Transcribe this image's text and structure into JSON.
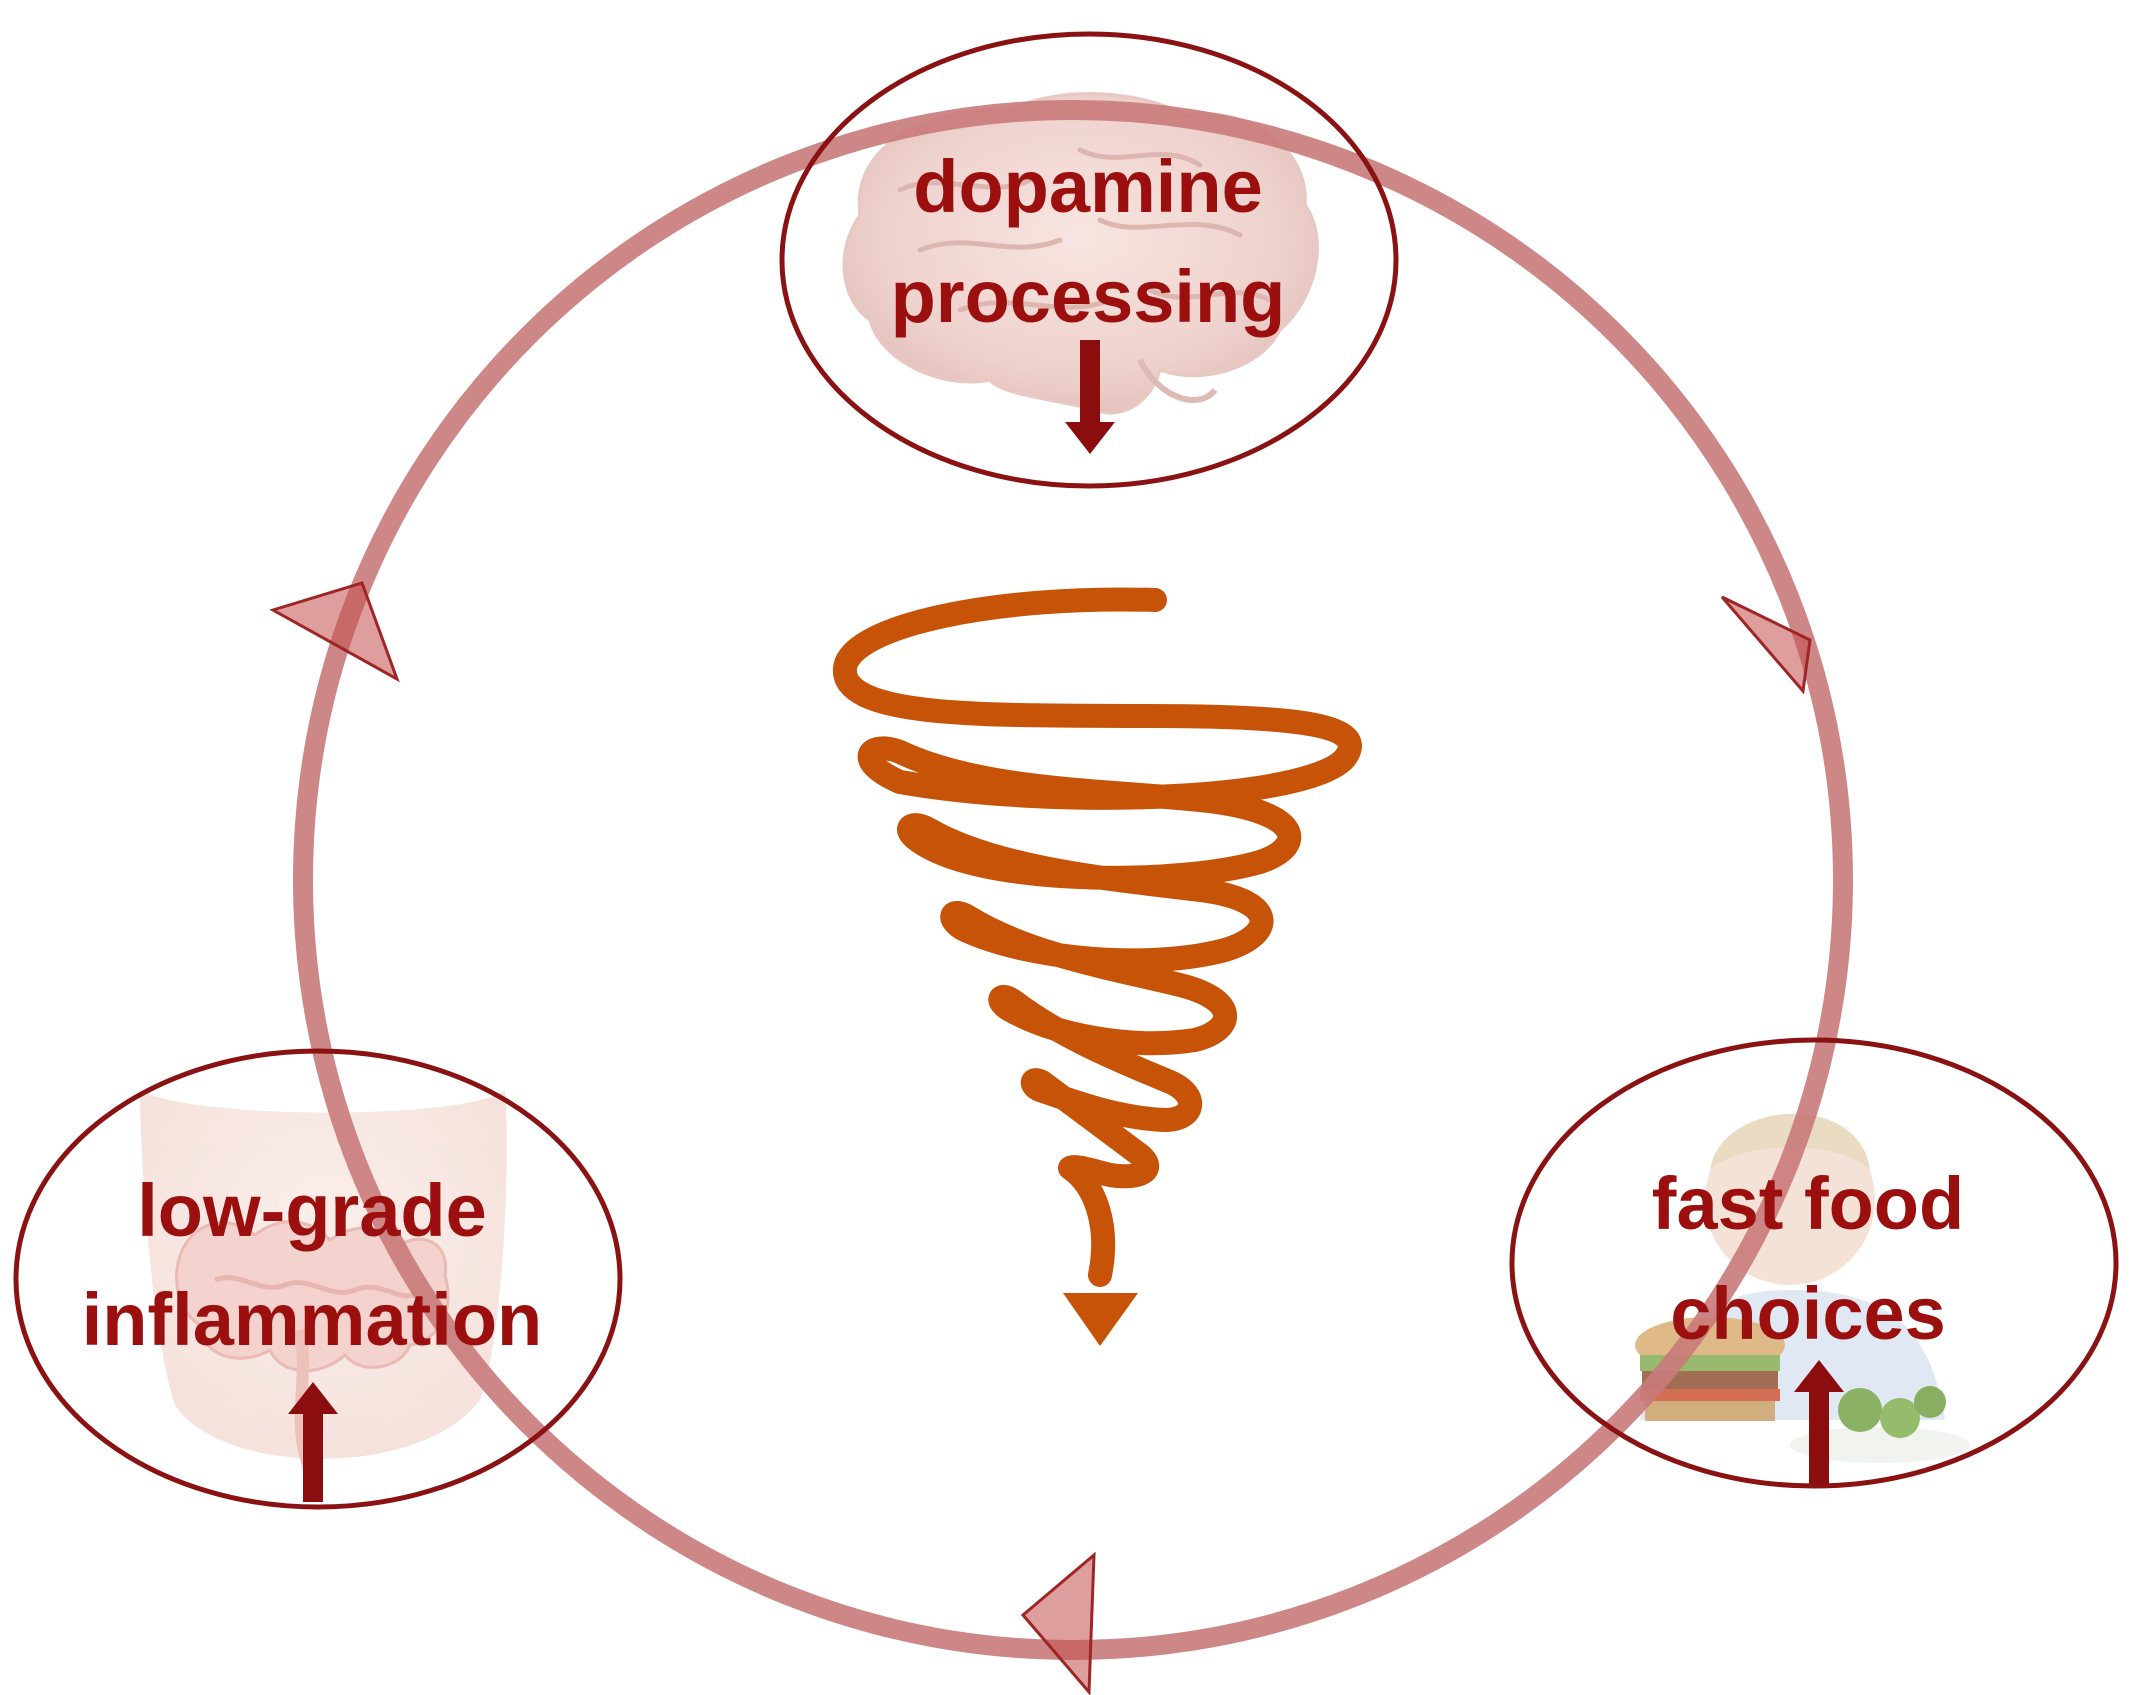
{
  "colors": {
    "cycle_ring": "#c97a7a",
    "node_outline": "#8b1212",
    "node_text": "#9b0f0f",
    "change_arrow": "#8b0d0d",
    "spiral": "#c65308"
  },
  "nodes": [
    {
      "id": "dopamine",
      "lines": [
        "dopamine",
        "processing"
      ],
      "direction": "down",
      "image": "brain"
    },
    {
      "id": "fast-food",
      "lines": [
        "fast food",
        "choices"
      ],
      "direction": "up",
      "image": "child-with-burger-and-vegetables"
    },
    {
      "id": "inflammation",
      "lines": [
        "low-grade",
        "inflammation"
      ],
      "direction": "up",
      "image": "intestines"
    }
  ],
  "cycle": {
    "direction": "clockwise",
    "center_symbol": "downward-spiral-icon"
  }
}
